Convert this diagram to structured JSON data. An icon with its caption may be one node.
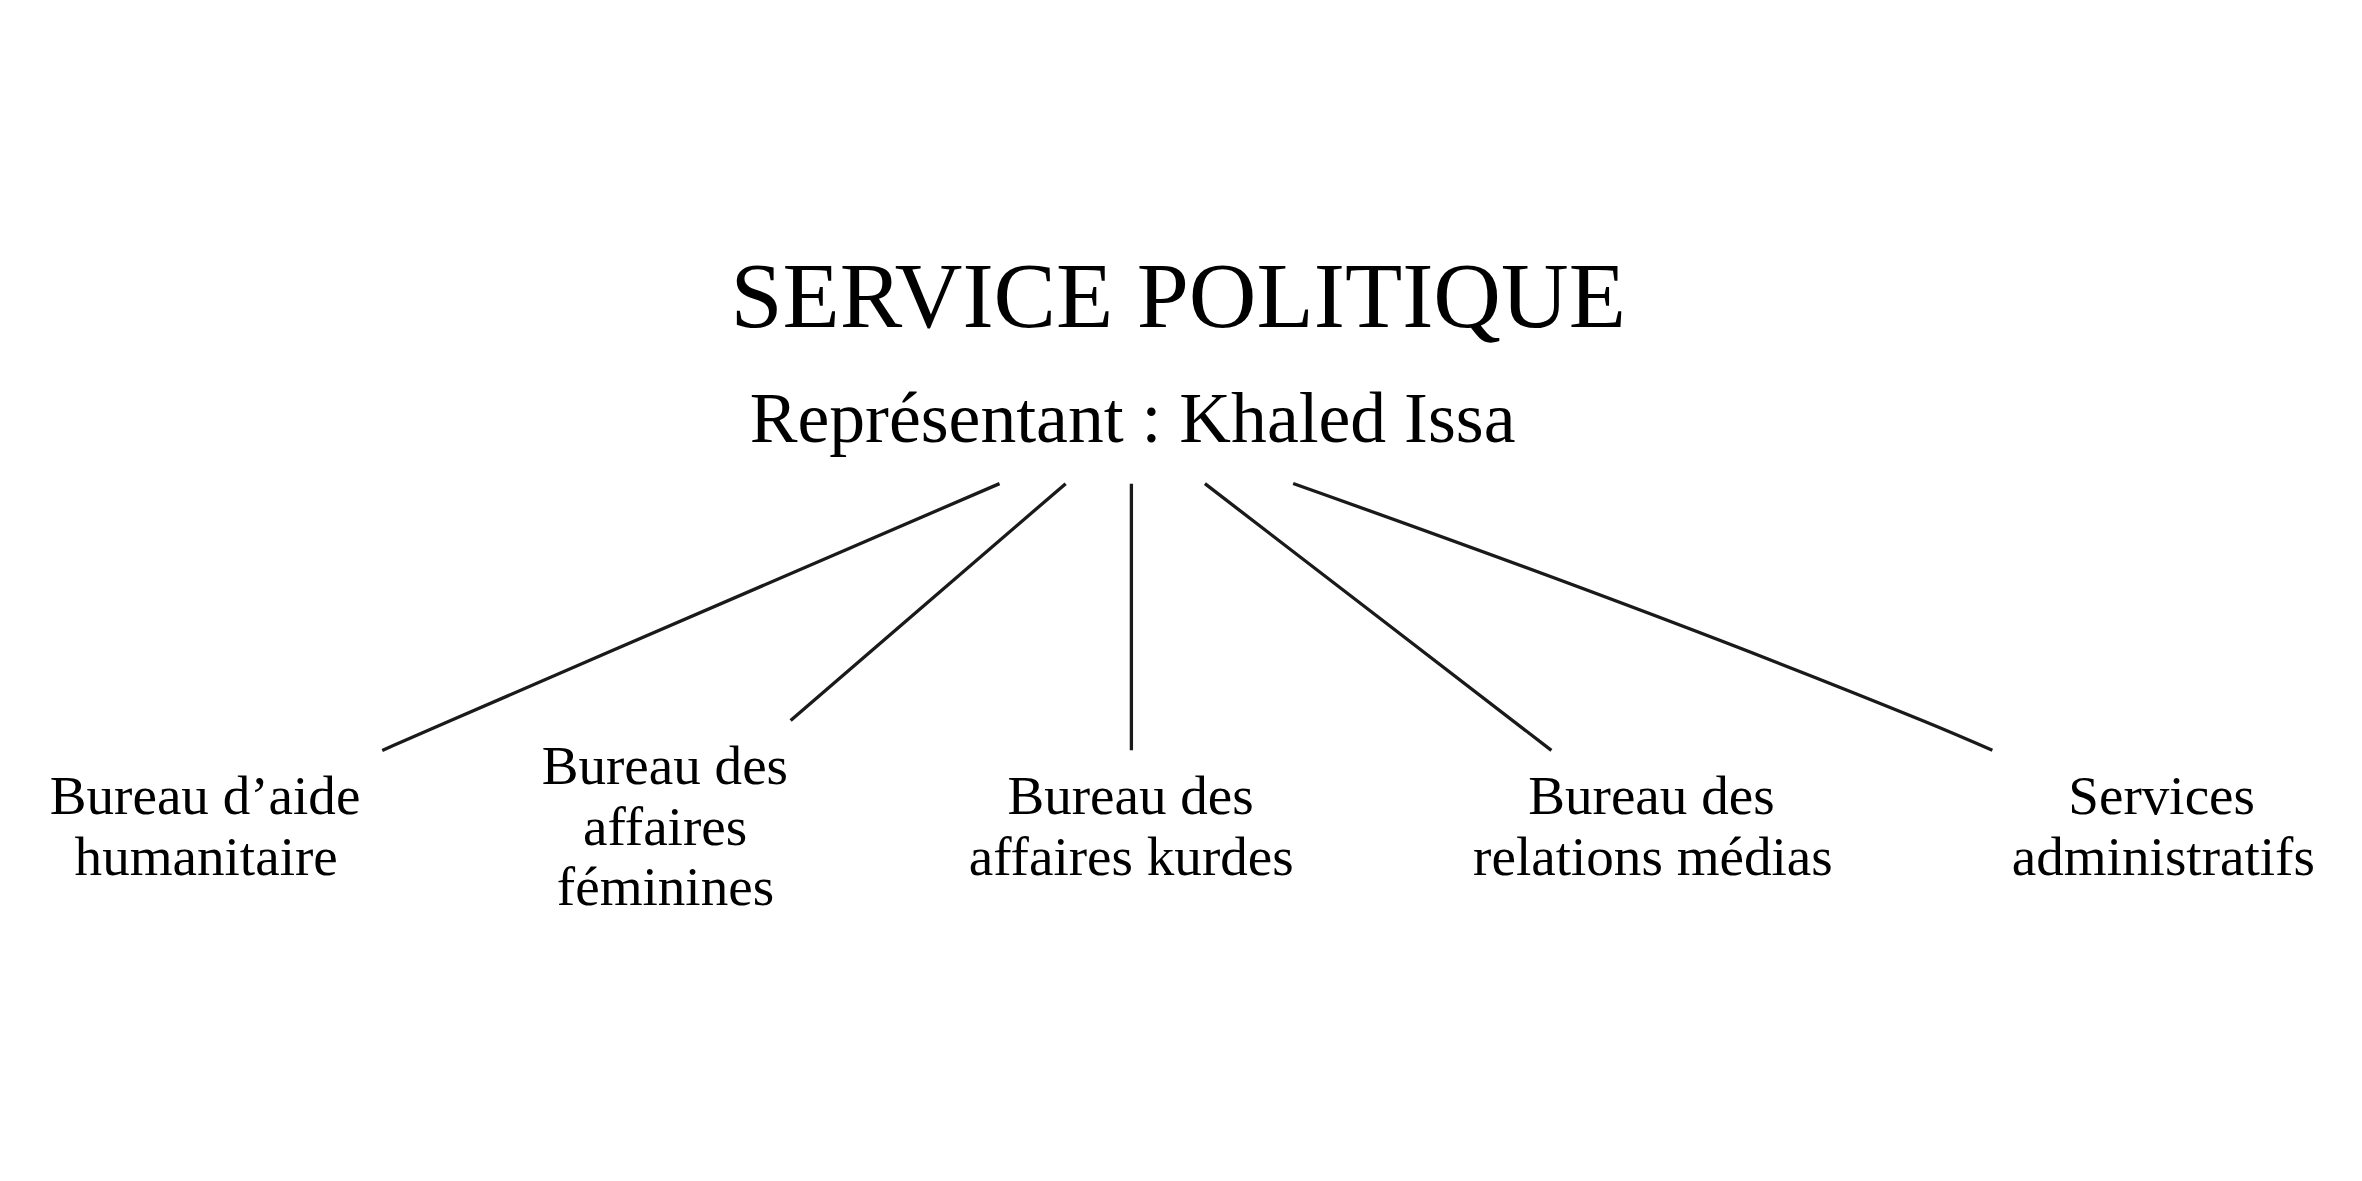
{
  "diagram": {
    "title": "SERVICE POLITIQUE",
    "nodes": [
      {
        "text": [
          "Représentant : Khaled Issa"
        ]
      },
      {
        "text": [
          "Bureau d’aide humanitaire"
        ]
      },
      {
        "text": [
          "Bureau des affaires féminines"
        ]
      },
      {
        "text": [
          "Bureau des affaires kurdes"
        ]
      },
      {
        "text": [
          "Bureau des relations médias"
        ]
      },
      {
        "text": [
          "Services administratifs"
        ]
      }
    ],
    "edges": [
      {
        "from": 0,
        "to": 1,
        "arrow": "none"
      },
      {
        "from": 0,
        "to": 2,
        "arrow": "none"
      },
      {
        "from": 0,
        "to": 3,
        "arrow": "none"
      },
      {
        "from": 0,
        "to": 4,
        "arrow": "none"
      },
      {
        "from": 0,
        "to": 5,
        "arrow": "none"
      }
    ]
  }
}
